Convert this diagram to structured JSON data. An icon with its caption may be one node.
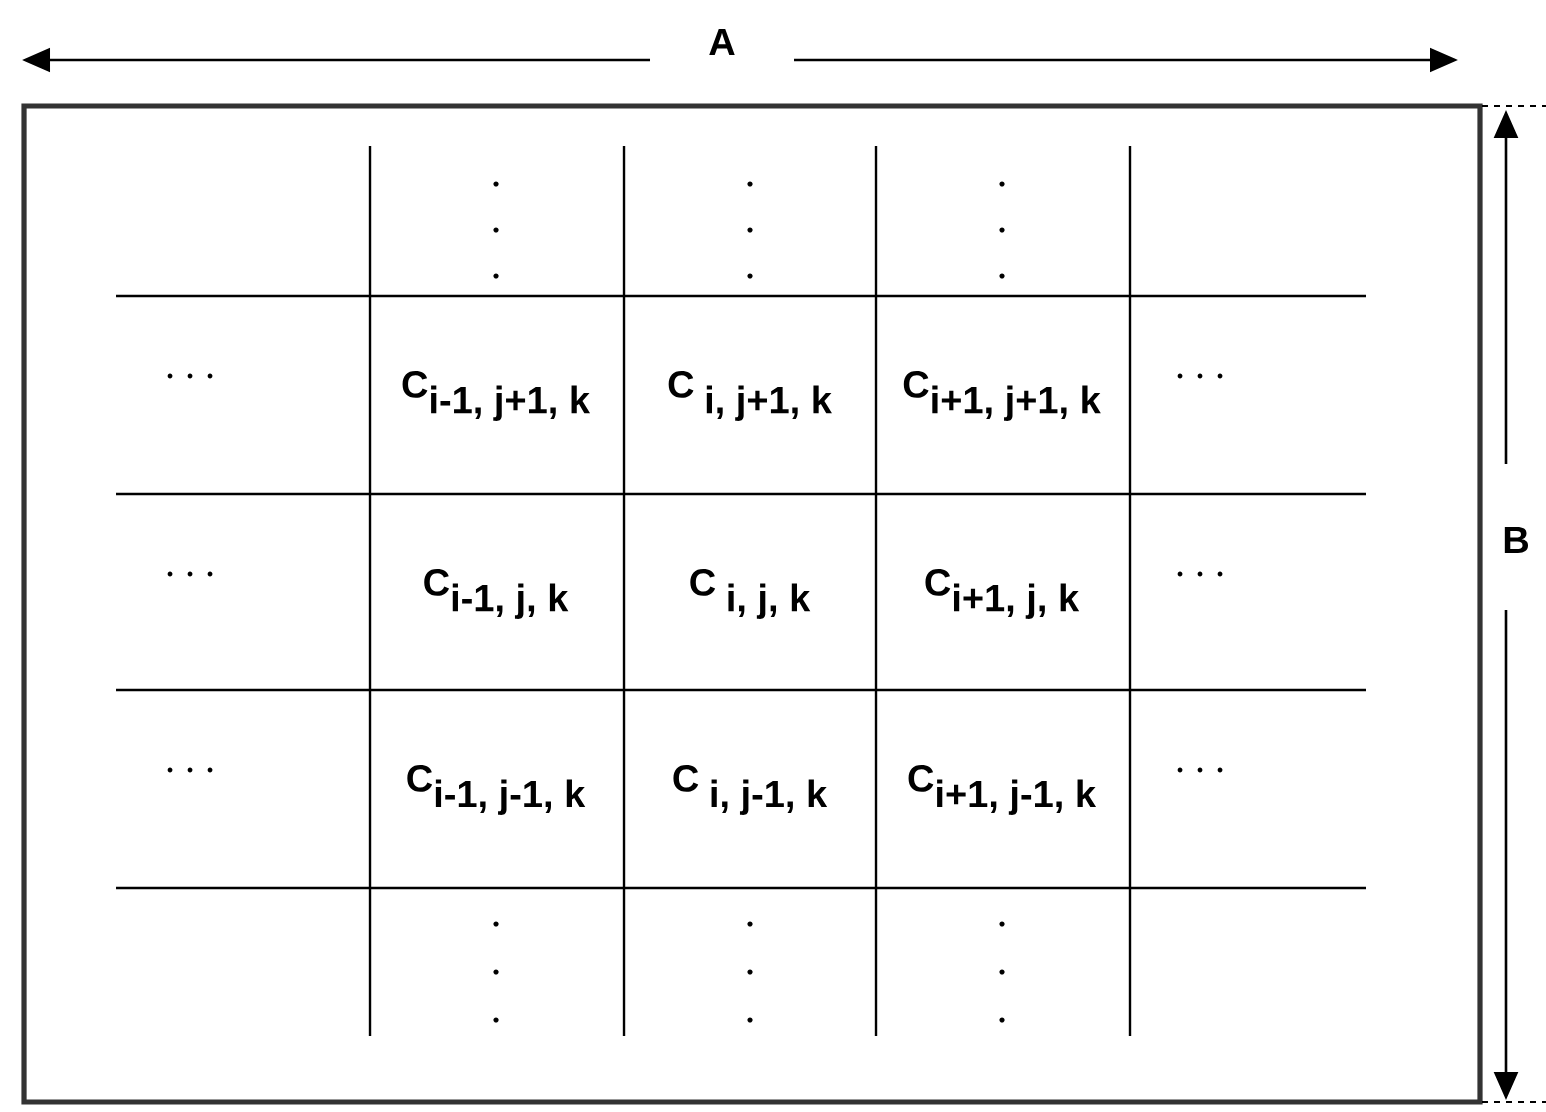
{
  "diagram": {
    "labels": [
      "A",
      "\\textbf{C}_{\\textbf{i-1, j+1, k}}",
      "\\textbf{C}\\;{}_{\\textbf{i, j+1, k}}",
      "\\textbf{C}_{\\textbf{i+1, j+1, k}}",
      "B",
      "\\textbf{C}_{\\textbf{i-1, j, k}}",
      "\\textbf{C}\\;{}_{\\textbf{i, j, k}}",
      "\\textbf{C}_{\\textbf{i+1, j, k}}",
      "\\textbf{C}_{\\textbf{i-1, j-1, k}}",
      "\\textbf{C}\\;{}_{\\textbf{i, j-1, k}}",
      "\\textbf{C}_{\\textbf{i+1, j-1, k}}"
    ]
  }
}
